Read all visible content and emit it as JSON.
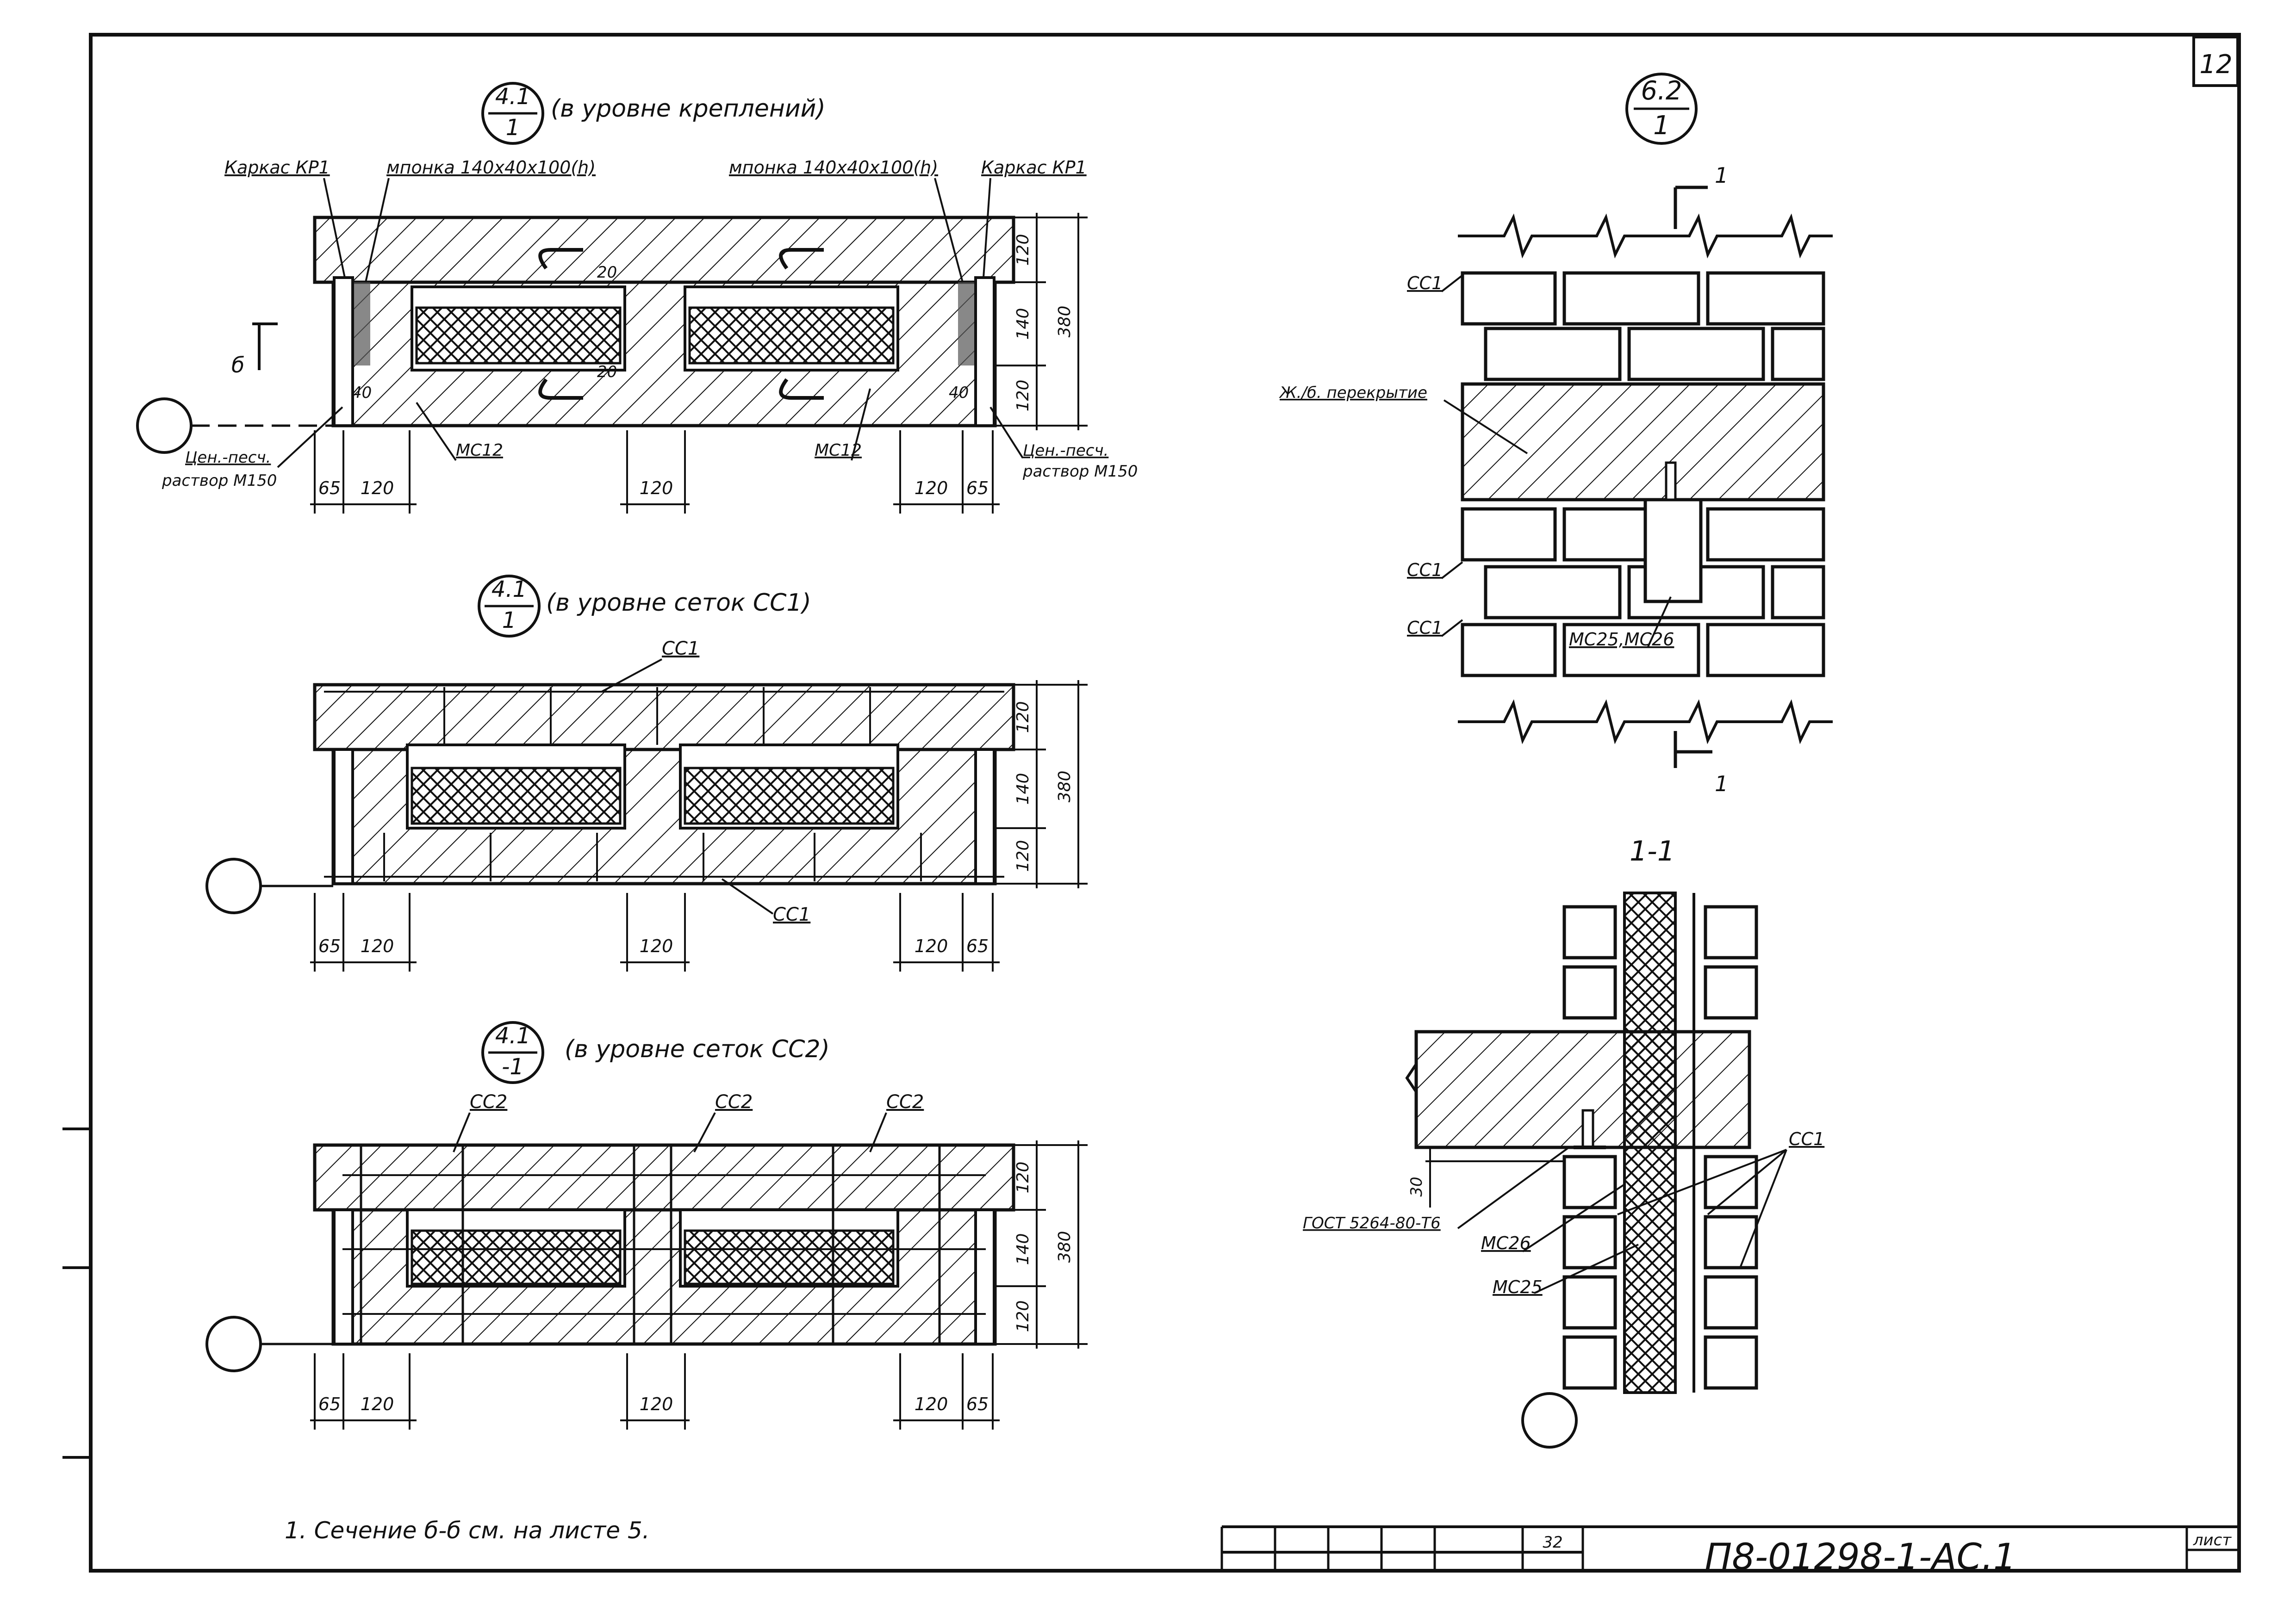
{
  "sheet": {
    "number": "12",
    "doc_code": "П8-01298-1-АС.1",
    "stamp_label": "лист",
    "stamp_small": "32",
    "note": "1. Сечение б-б см. на листе 5."
  },
  "views": {
    "a": {
      "ref_top": "4.1",
      "ref_bot": "1",
      "caption": "(в уровне креплений)",
      "lbl_frame_l": "Каркас КР1",
      "lbl_frame_r": "Каркас КР1",
      "lbl_plate_l": "мпонка 140х40х100(h)",
      "lbl_plate_r": "мпонка 140х40х100(h)",
      "lbl_mortar_l1": "Цен.-песч.",
      "lbl_mortar_l2": "раствор М150",
      "lbl_mortar_r1": "Цен.-песч.",
      "lbl_mortar_r2": "раствор М150",
      "lbl_mc_l": "МС12",
      "lbl_mc_r": "МС12",
      "cut_mark": "б",
      "d20": "20",
      "d40": "40",
      "dims_h": [
        "65",
        "120",
        "120",
        "120",
        "65"
      ],
      "dims_v": [
        "120",
        "140",
        "120"
      ],
      "dim_total": "380"
    },
    "b": {
      "ref_top": "4.1",
      "ref_bot": "1",
      "caption": "(в уровне сеток СС1)",
      "lbl_top": "СС1",
      "lbl_bot": "СС1",
      "dims_h": [
        "65",
        "120",
        "120",
        "120",
        "65"
      ],
      "dims_v": [
        "120",
        "140",
        "120"
      ],
      "dim_total": "380"
    },
    "c": {
      "ref_top": "4.1",
      "ref_bot": "-1",
      "caption": "(в уровне сеток СС2)",
      "lbl_1": "СС2",
      "lbl_2": "СС2",
      "lbl_3": "СС2",
      "dims_h": [
        "65",
        "120",
        "120",
        "120",
        "65"
      ],
      "dims_v": [
        "120",
        "140",
        "120"
      ],
      "dim_total": "380"
    },
    "d": {
      "ref_top": "6.2",
      "ref_bot": "1",
      "lbl_cc1_a": "СС1",
      "lbl_slab": "Ж./б. перекрытие",
      "lbl_cc1_b": "СС1",
      "lbl_cc1_c": "СС1",
      "lbl_mc": "МС25,МС26",
      "cut_top": "1",
      "cut_bot": "1"
    },
    "e": {
      "title": "1-1",
      "lbl_cc1": "СС1",
      "lbl_gost": "ГОСТ 5264-80-Т6",
      "lbl_mc26": "МС26",
      "lbl_mc25": "МС25",
      "dim_30": "30"
    }
  }
}
